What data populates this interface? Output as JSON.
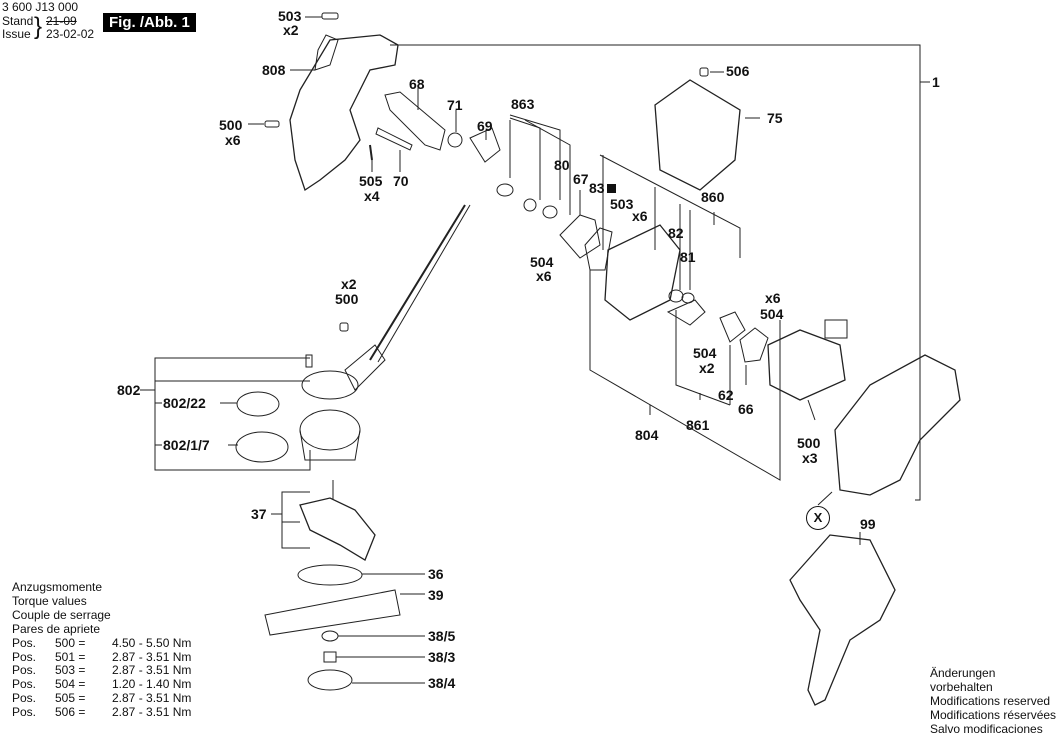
{
  "header": {
    "part_number": "3 600 J13 000",
    "stand_label": "Stand",
    "issue_label": "Issue",
    "stand_value_old": "21-09",
    "issue_value": "23-02-02",
    "figure_label": "Fig. /Abb. 1"
  },
  "torque": {
    "titles": [
      "Anzugsmomente",
      "Torque values",
      "Couple de serrage",
      "Pares de apriete"
    ],
    "rows": [
      {
        "prefix": "Pos.",
        "pos": "500 =",
        "value": "4.50 - 5.50 Nm"
      },
      {
        "prefix": "Pos.",
        "pos": "501 =",
        "value": "2.87 - 3.51 Nm"
      },
      {
        "prefix": "Pos.",
        "pos": "503 =",
        "value": "2.87 - 3.51 Nm"
      },
      {
        "prefix": "Pos.",
        "pos": "504 =",
        "value": "1.20 - 1.40 Nm"
      },
      {
        "prefix": "Pos.",
        "pos": "505 =",
        "value": "2.87 - 3.51 Nm"
      },
      {
        "prefix": "Pos.",
        "pos": "506 =",
        "value": "2.87 - 3.51 Nm"
      }
    ]
  },
  "modifications": [
    "Änderungen vorbehalten",
    "Modifications reserved",
    "Modifications réservées",
    "Salvo modificaciones"
  ],
  "labels": {
    "p503_top": "503",
    "p503_top_qty": "x2",
    "p808": "808",
    "p500_left": "500",
    "p500_left_qty": "x6",
    "p68": "68",
    "p71": "71",
    "p69": "69",
    "p505": "505",
    "p505_qty": "x4",
    "p70": "70",
    "p863": "863",
    "p80": "80",
    "p67": "67",
    "p83": "83",
    "p503_mid": "503",
    "p503_mid_qty": "x6",
    "p504_left": "504",
    "p504_left_qty": "x6",
    "p82": "82",
    "p81": "81",
    "p860": "860",
    "p506": "506",
    "p75": "75",
    "p1": "1",
    "p504_right_qty": "x6",
    "p504_right": "504",
    "p504_mid": "504",
    "p504_mid_qty": "x2",
    "p62": "62",
    "p66": "66",
    "p861": "861",
    "p804": "804",
    "p500_right": "500",
    "p500_right_qty": "x3",
    "p500_mid_qty": "x2",
    "p500_mid": "500",
    "p802": "802",
    "p802_22": "802/22",
    "p802_1_7": "802/1/7",
    "p37": "37",
    "p36": "36",
    "p39": "39",
    "p38_5": "38/5",
    "p38_3": "38/3",
    "p38_4": "38/4",
    "x_marker": "X",
    "p99": "99"
  }
}
